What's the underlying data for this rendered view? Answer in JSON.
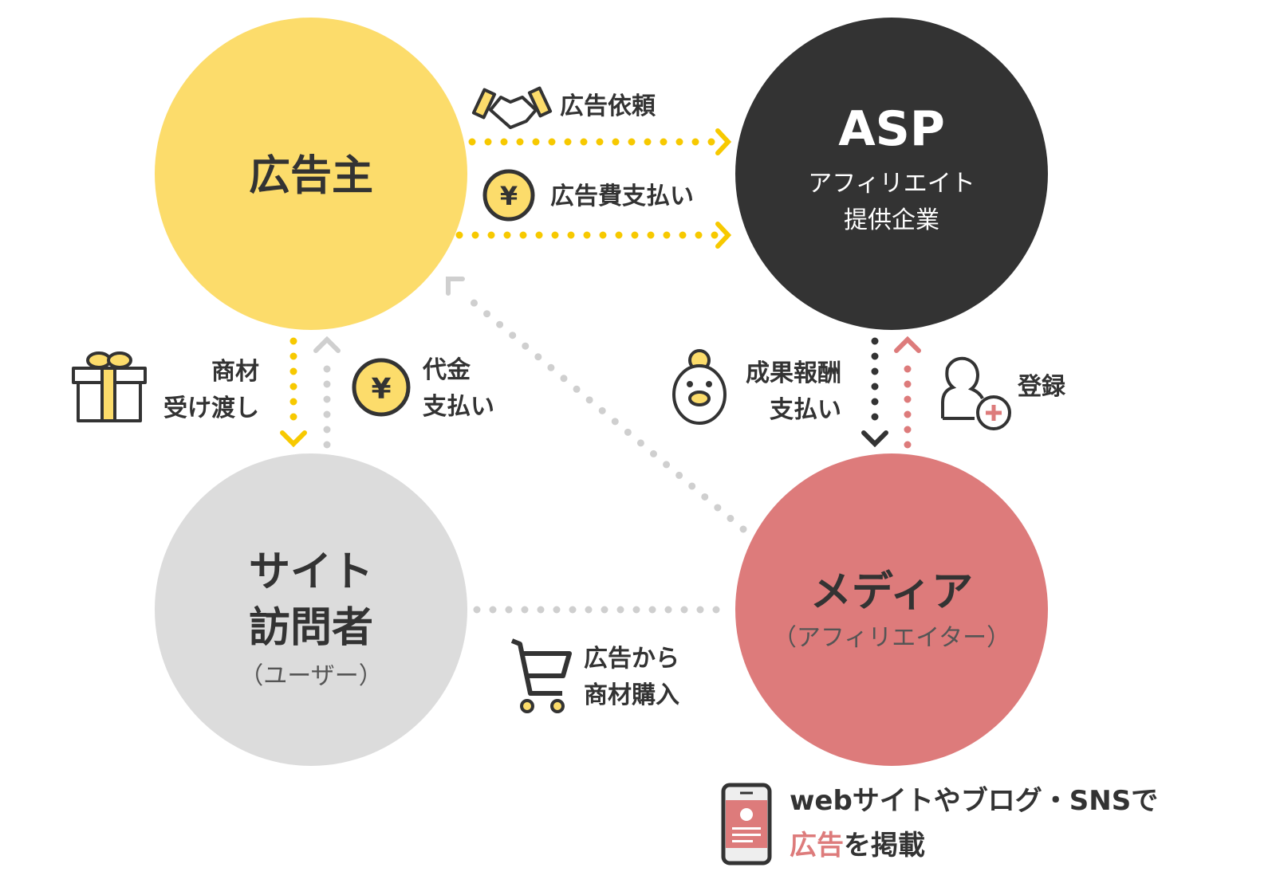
{
  "colors": {
    "advertiser": "#FCDC6B",
    "asp": "#333333",
    "visitor": "#DCDCDC",
    "media": "#DD7B7B",
    "text": "#333333",
    "dots_grey": "#CFCFCF"
  },
  "nodes": {
    "advertiser": {
      "title": "広告主"
    },
    "asp": {
      "title": "ASP",
      "subtitle_line1": "アフィリエイト",
      "subtitle_line2": "提供企業"
    },
    "visitor": {
      "title_line1": "サイト",
      "title_line2": "訪問者",
      "subtitle": "（ユーザー）"
    },
    "media": {
      "title": "メディア",
      "subtitle": "（アフィリエイター）"
    }
  },
  "flows": {
    "ad_request": {
      "label": "広告依頼",
      "icon": "handshake-icon"
    },
    "ad_fee": {
      "label": "広告費支払い",
      "icon": "yen-coin-icon"
    },
    "goods_delivery": {
      "line1": "商材",
      "line2": "受け渡し",
      "icon": "gift-icon"
    },
    "payment": {
      "line1": "代金",
      "line2": "支払い",
      "icon": "yen-coin-icon"
    },
    "reward": {
      "line1": "成果報酬",
      "line2": "支払い",
      "icon": "piggy-bank-icon"
    },
    "register": {
      "label": "登録",
      "icon": "user-add-icon"
    },
    "purchase": {
      "line1": "広告から",
      "line2": "商材購入",
      "icon": "cart-icon"
    }
  },
  "footer": {
    "line1": "webサイトやブログ・SNSで",
    "highlight": "広告",
    "line2_rest": "を掲載",
    "icon": "smartphone-icon"
  }
}
